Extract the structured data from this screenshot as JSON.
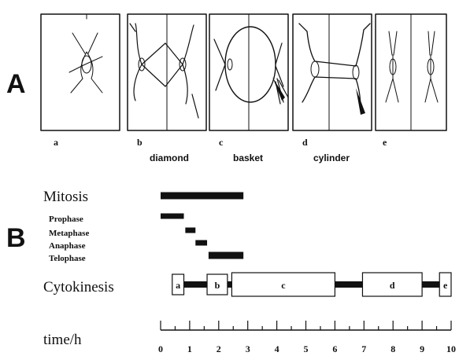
{
  "panel_a": {
    "label": "A",
    "frames": [
      {
        "letter": "a",
        "name": ""
      },
      {
        "letter": "b",
        "name": "diamond"
      },
      {
        "letter": "c",
        "name": "basket"
      },
      {
        "letter": "d",
        "name": "cylinder"
      },
      {
        "letter": "e",
        "name": ""
      }
    ]
  },
  "panel_b": {
    "label": "B",
    "rows": {
      "mitosis": "Mitosis",
      "prophase": "Prophase",
      "metaphase": "Metaphase",
      "anaphase": "Anaphase",
      "telophase": "Telophase",
      "cytokinesis": "Cytokinesis"
    },
    "axis_label": "time/h",
    "ticks": [
      "0",
      "1",
      "2",
      "3",
      "4",
      "5",
      "6",
      "7",
      "8",
      "9",
      "10"
    ],
    "phases": [
      {
        "row": "mitosis",
        "start": 0.0,
        "end": 2.85
      },
      {
        "row": "prophase",
        "start": 0.0,
        "end": 0.8
      },
      {
        "row": "metaphase",
        "start": 0.85,
        "end": 1.2
      },
      {
        "row": "anaphase",
        "start": 1.2,
        "end": 1.6
      },
      {
        "row": "telophase",
        "start": 1.65,
        "end": 2.85
      }
    ],
    "cytokinesis_boxes": [
      {
        "label": "a",
        "start": 0.4,
        "end": 0.8
      },
      {
        "label": "b",
        "start": 1.6,
        "end": 2.3
      },
      {
        "label": "c",
        "start": 2.45,
        "end": 6.0
      },
      {
        "label": "d",
        "start": 6.95,
        "end": 9.0
      },
      {
        "label": "e",
        "start": 9.6,
        "end": 10.0
      }
    ]
  }
}
